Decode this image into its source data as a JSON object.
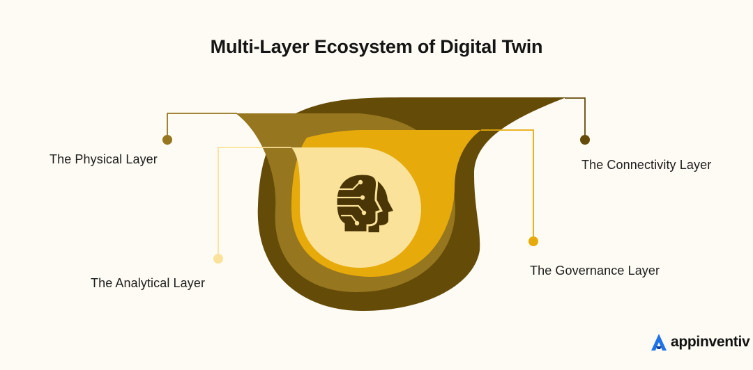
{
  "title": "Multi-Layer Ecosystem of Digital Twin",
  "layers": [
    {
      "name": "The Physical Layer",
      "color": "#96761e"
    },
    {
      "name": "The Connectivity Layer",
      "color": "#654b08"
    },
    {
      "name": "The Analytical Layer",
      "color": "#fbe29a"
    },
    {
      "name": "The Governance Layer",
      "color": "#e6aa0b"
    }
  ],
  "center_icon": "ai-brain-heads-icon",
  "brand": {
    "name": "appinventiv",
    "logo_icon": "appinventiv-logo-icon",
    "logo_color": "#1f73e8"
  },
  "colors": {
    "background": "#fdfbf3",
    "text": "#1c1c1c"
  }
}
